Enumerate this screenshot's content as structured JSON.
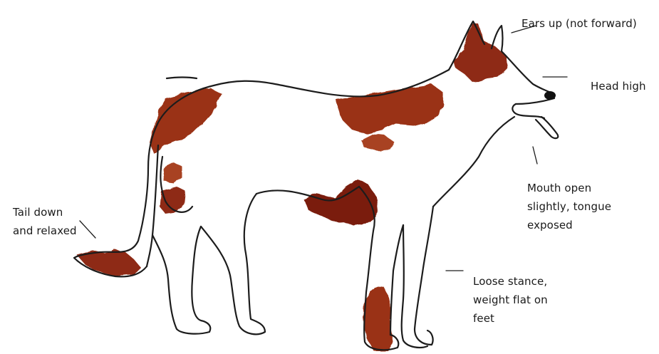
{
  "labels": {
    "ears": [
      "Ears up (not forward)"
    ],
    "head": [
      "Head high"
    ],
    "mouth": [
      "Mouth open",
      "slightly, tongue",
      "exposed"
    ],
    "tail": [
      "Tail down",
      "and relaxed"
    ],
    "stance": [
      "Loose stance,",
      "weight flat on",
      "feet"
    ]
  },
  "colors": {
    "outline": "#1c1c1c",
    "patch_dark": "#7a1e0c",
    "patch": "#9a3316",
    "patch_light": "#b04a22"
  }
}
